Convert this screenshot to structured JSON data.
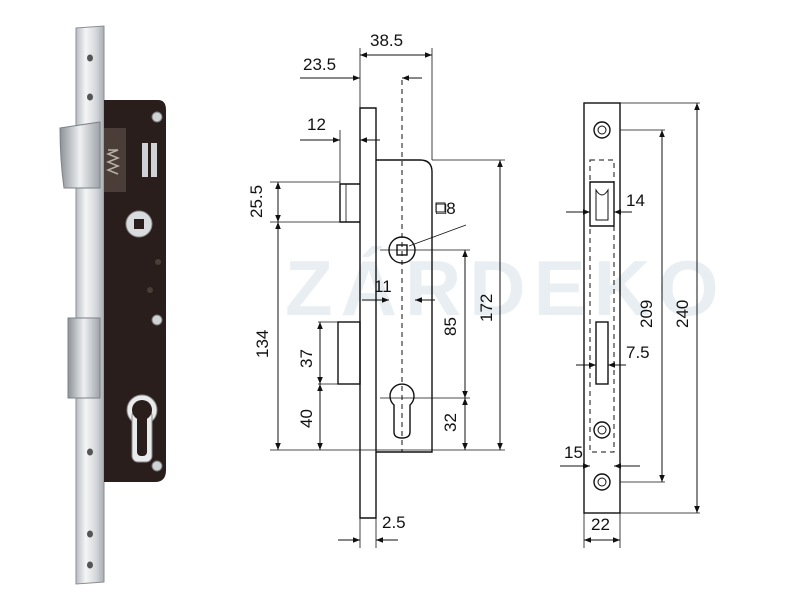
{
  "watermark": "ZÁRDEKO",
  "front_view": {
    "dim_backset_total": "38.5",
    "dim_backset": "23.5",
    "dim_latch_depth": "12",
    "dim_latch_height": "25.5",
    "dim_square": "□8",
    "dim_spindle": "11",
    "dim_height_134": "134",
    "dim_height_172": "172",
    "dim_centre_85": "85",
    "dim_bolt_37": "37",
    "dim_bolt_40": "40",
    "dim_cylinder_32": "32",
    "dim_faceplate_thickness": "2.5"
  },
  "side_view": {
    "dim_latch_width": "14",
    "dim_hole_spacing": "209",
    "dim_total_length": "240",
    "dim_bolt_width": "7.5",
    "dim_case_width": "15",
    "dim_faceplate_width": "22"
  },
  "colors": {
    "line": "#111111",
    "lock_body": "#2a1e1c",
    "faceplate": "#d9dcdf",
    "watermark": "#e9eef2"
  }
}
